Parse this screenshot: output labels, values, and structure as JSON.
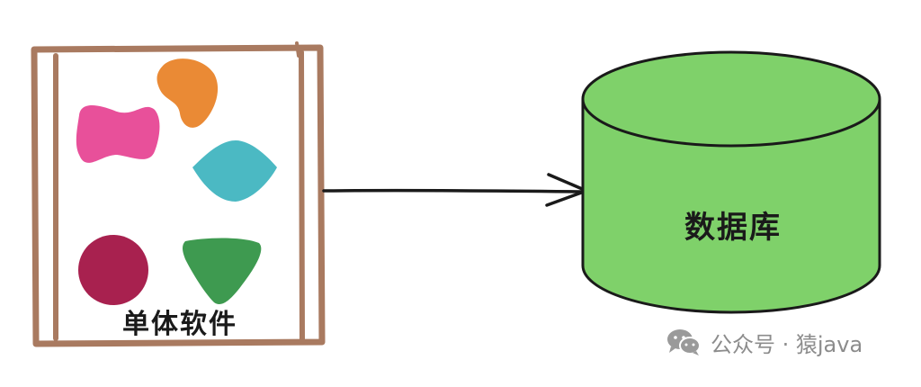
{
  "diagram": {
    "monolith_label": "单体软件",
    "database_label": "数据库"
  },
  "watermark": {
    "text": "公众号 · 猿java",
    "icon": "wechat-icon"
  },
  "colors": {
    "frame": "#a97a60",
    "database_fill": "#7fd16a",
    "database_stroke": "#1a1a1a",
    "arrow": "#1a1a1a",
    "shape_pink": "#e8509a",
    "shape_orange": "#ea8a35",
    "shape_teal": "#4bb9c3",
    "shape_crimson": "#a8214f",
    "shape_green": "#3e9a50",
    "watermark": "#8c8c8c"
  }
}
